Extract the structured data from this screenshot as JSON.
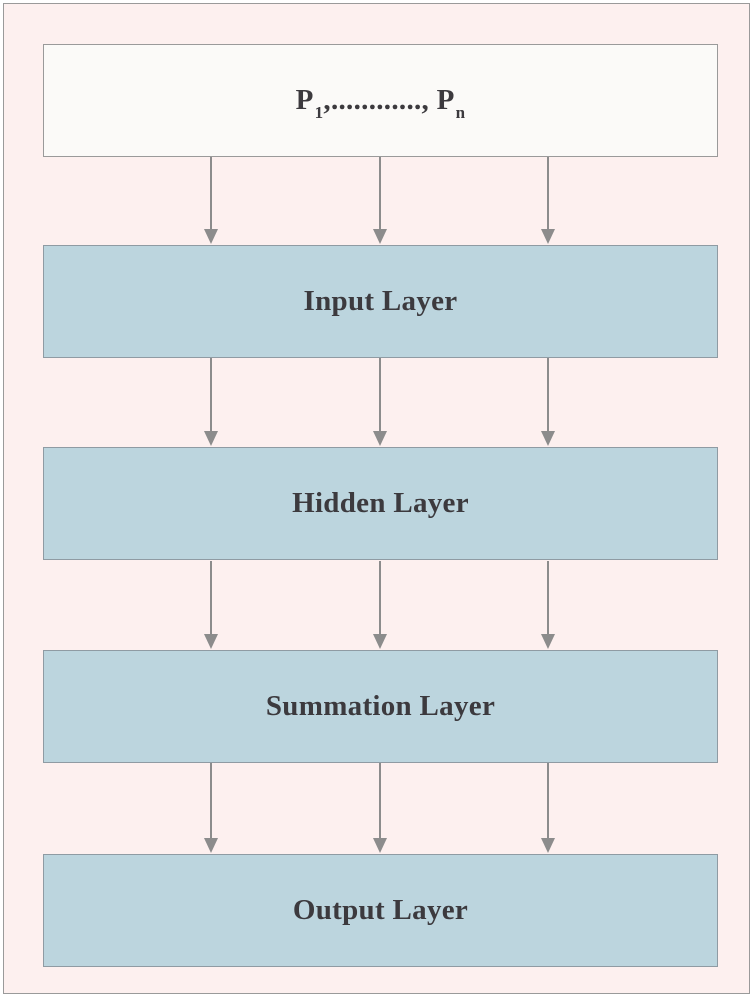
{
  "input_box": {
    "first_symbol": "P",
    "first_subscript": "1",
    "ellipsis": ",............, ",
    "last_symbol": "P",
    "last_subscript": "n"
  },
  "layers": [
    {
      "label": "Input Layer"
    },
    {
      "label": "Hidden Layer"
    },
    {
      "label": "Summation Layer"
    },
    {
      "label": "Output Layer"
    }
  ],
  "arrows_per_connection": 3,
  "colors": {
    "background": "#fdf0ef",
    "input_box_fill": "#fbfaf8",
    "layer_fill": "#bcd5de",
    "arrow": "#8c8c8c",
    "text": "#3c3a3e"
  }
}
